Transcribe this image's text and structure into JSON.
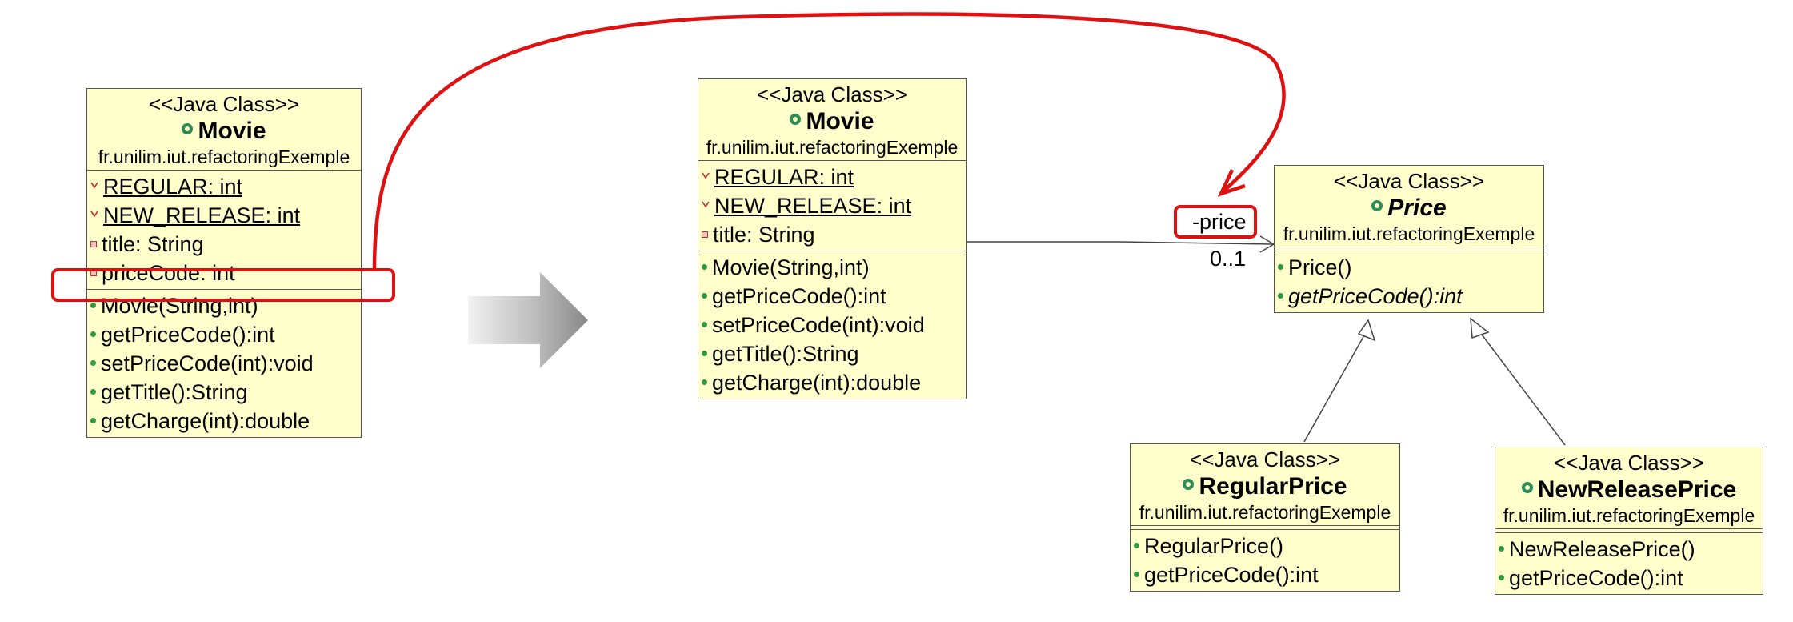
{
  "left_movie": {
    "stereotype": "<<Java Class>>",
    "name": "Movie",
    "package": "fr.unilim.iut.refactoringExemple",
    "attributes": [
      "REGULAR: int",
      "NEW_RELEASE: int",
      "title: String",
      "priceCode: int"
    ],
    "operations": [
      "Movie(String,int)",
      "getPriceCode():int",
      "setPriceCode(int):void",
      "getTitle():String",
      "getCharge(int):double"
    ]
  },
  "right_movie": {
    "stereotype": "<<Java Class>>",
    "name": "Movie",
    "package": "fr.unilim.iut.refactoringExemple",
    "attributes": [
      "REGULAR: int",
      "NEW_RELEASE: int",
      "title: String"
    ],
    "operations": [
      "Movie(String,int)",
      "getPriceCode():int",
      "setPriceCode(int):void",
      "getTitle():String",
      "getCharge(int):double"
    ]
  },
  "price": {
    "stereotype": "<<Java Class>>",
    "name": "Price",
    "package": "fr.unilim.iut.refactoringExemple",
    "operations": [
      "Price()",
      "getPriceCode():int"
    ]
  },
  "regular_price": {
    "stereotype": "<<Java Class>>",
    "name": "RegularPrice",
    "package": "fr.unilim.iut.refactoringExemple",
    "operations": [
      "RegularPrice()",
      "getPriceCode():int"
    ]
  },
  "new_release_price": {
    "stereotype": "<<Java Class>>",
    "name": "NewReleasePrice",
    "package": "fr.unilim.iut.refactoringExemple",
    "operations": [
      "NewReleasePrice()",
      "getPriceCode():int"
    ]
  },
  "association": {
    "role": "-price",
    "multiplicity": "0..1"
  },
  "colors": {
    "class_fill": "#ffffcc",
    "highlight": "#dd1111",
    "icon_green": "#2e8b57"
  }
}
